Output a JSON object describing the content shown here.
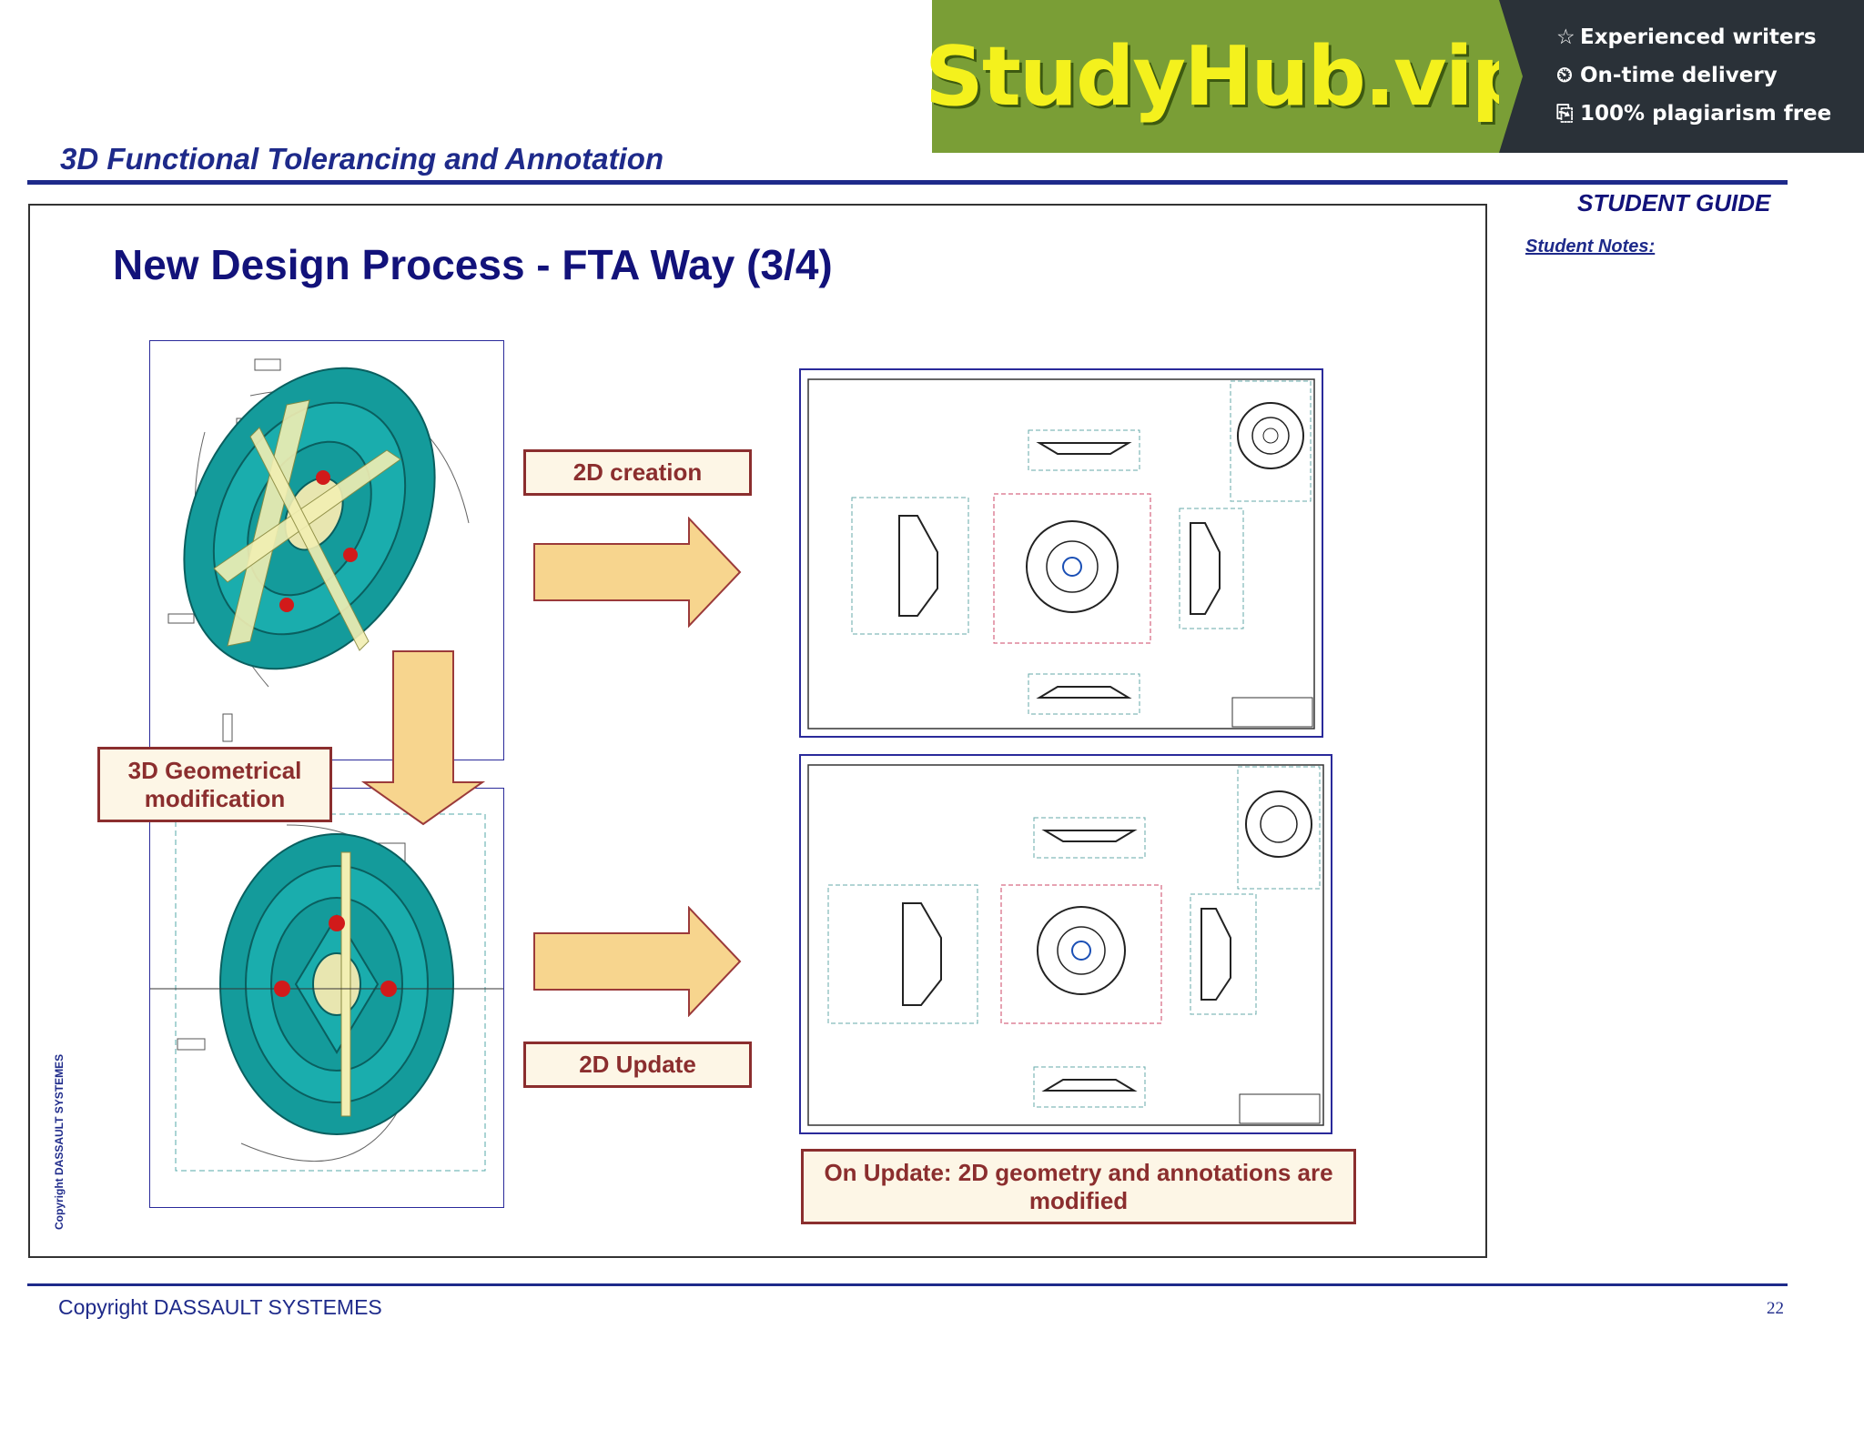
{
  "banner": {
    "brand": "StudyHub.vip",
    "features": [
      {
        "icon": "star-icon",
        "text": "Experienced writers"
      },
      {
        "icon": "clock-icon",
        "text": "On-time delivery"
      },
      {
        "icon": "copy-icon",
        "text": "100% plagiarism free"
      }
    ],
    "colors": {
      "left": "#7a9e36",
      "right": "#2a3138",
      "brand_text": "#f4f11d"
    }
  },
  "header": {
    "title": "3D Functional Tolerancing and Annotation",
    "guide": "STUDENT GUIDE",
    "notes_label": "Student Notes:"
  },
  "slide": {
    "title": "New Design Process - FTA Way (3/4)",
    "labels": {
      "creation": "2D creation",
      "modification_line1": "3D Geometrical",
      "modification_line2": "modification",
      "update": "2D Update",
      "on_update_line1": "On Update: 2D geometry and annotations are",
      "on_update_line2": "modified"
    },
    "colors": {
      "title": "#12127a",
      "label": "#8b2e2e",
      "label_bg": "#fdf6e6",
      "arrow": "#f7d58e",
      "arrow_stroke": "#9b3a3a",
      "part": "#149b9b"
    }
  },
  "footer": {
    "copyright": "Copyright DASSAULT SYSTEMES",
    "vertical_copyright": "Copyright DASSAULT SYSTEMES",
    "page": "22"
  }
}
